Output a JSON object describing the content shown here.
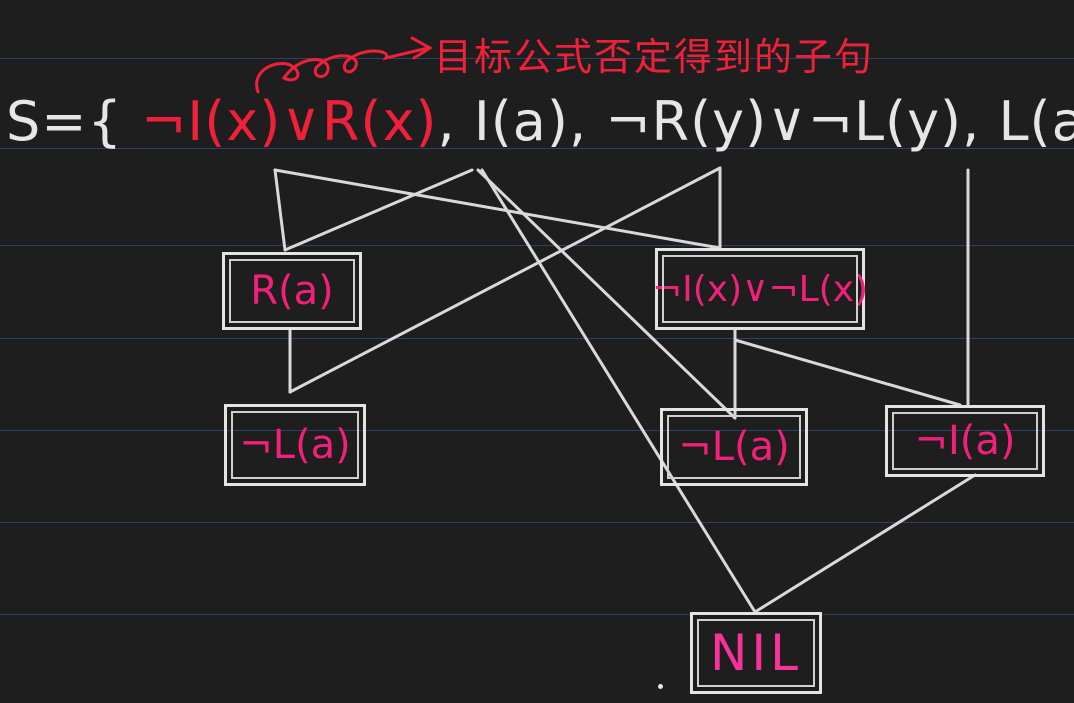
{
  "note": "目标公式否定得到的子句",
  "set": {
    "prefix": "S={",
    "clause1": "¬I(x)∨R(x)",
    "sep1": ",",
    "clause2": "I(a)",
    "sep2": ",",
    "clause3": "¬R(y)∨¬L(y)",
    "sep3": ",",
    "clause4": "L(a)",
    "suffix": "}."
  },
  "nodes": {
    "r_a": "R(a)",
    "not_l_a_left": "¬L(a)",
    "not_i_or_not_l": "¬I(x)∨¬L(x)",
    "not_l_a_right": "¬L(a)",
    "not_i_a": "¬I(a)",
    "nil": "NIL"
  },
  "colors": {
    "background": "#1e1e1e",
    "ruled_line": "#2f4f80",
    "ink_white": "#e6e6e6",
    "ink_red": "#f0203a",
    "ink_pink": "#f2207a"
  }
}
